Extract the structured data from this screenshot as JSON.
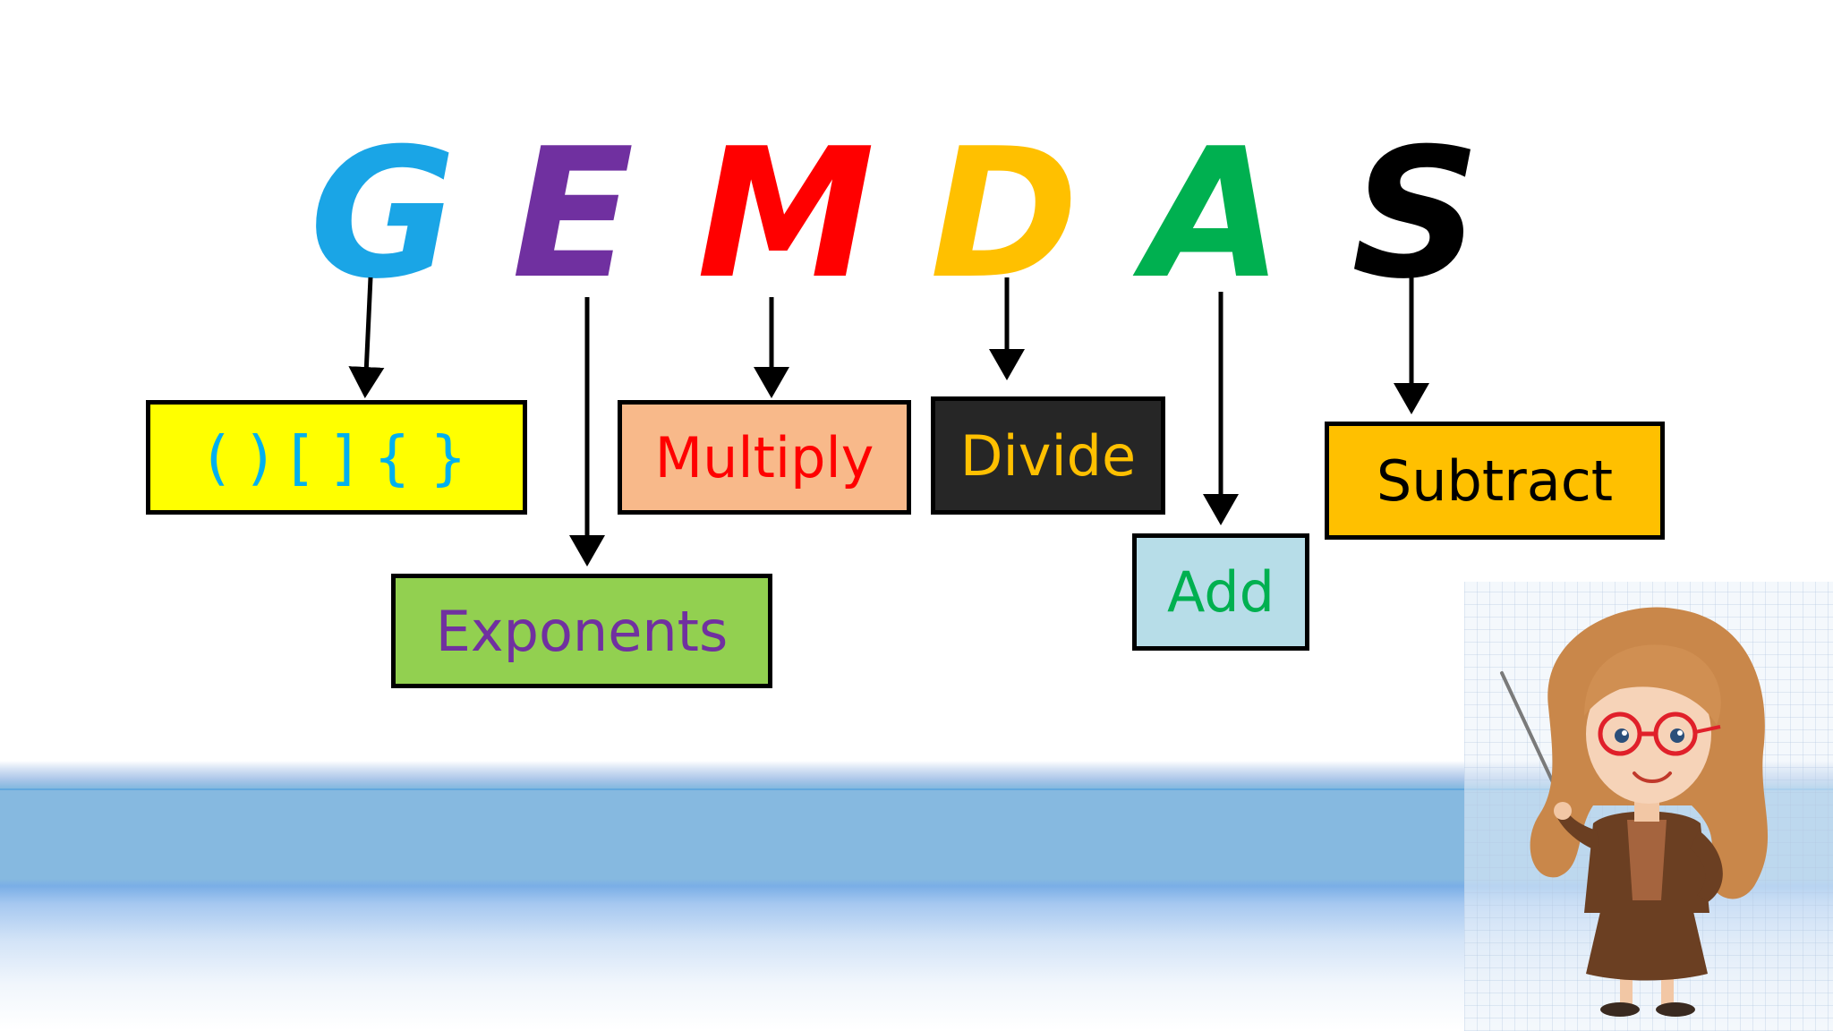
{
  "acronym": {
    "letters": [
      {
        "char": "G",
        "color": "#1aa5e6"
      },
      {
        "char": "E",
        "color": "#7030a0"
      },
      {
        "char": "M",
        "color": "#ff0000"
      },
      {
        "char": "D",
        "color": "#ffc000"
      },
      {
        "char": "A",
        "color": "#00b050"
      },
      {
        "char": "S",
        "color": "#000000"
      }
    ]
  },
  "boxes": {
    "grouping": {
      "label": "( ) [ ] { }",
      "fill": "#ffff00",
      "text_color": "#00b0f0"
    },
    "exponents": {
      "label": "Exponents",
      "fill": "#92d050",
      "text_color": "#7030a0"
    },
    "multiply": {
      "label": "Multiply",
      "fill": "#f8b98a",
      "text_color": "#ff0000"
    },
    "divide": {
      "label": "Divide",
      "fill": "#262626",
      "text_color": "#ffc000"
    },
    "add": {
      "label": "Add",
      "fill": "#b7dde8",
      "text_color": "#00b050"
    },
    "subtract": {
      "label": "Subtract",
      "fill": "#ffc000",
      "text_color": "#000000"
    }
  }
}
